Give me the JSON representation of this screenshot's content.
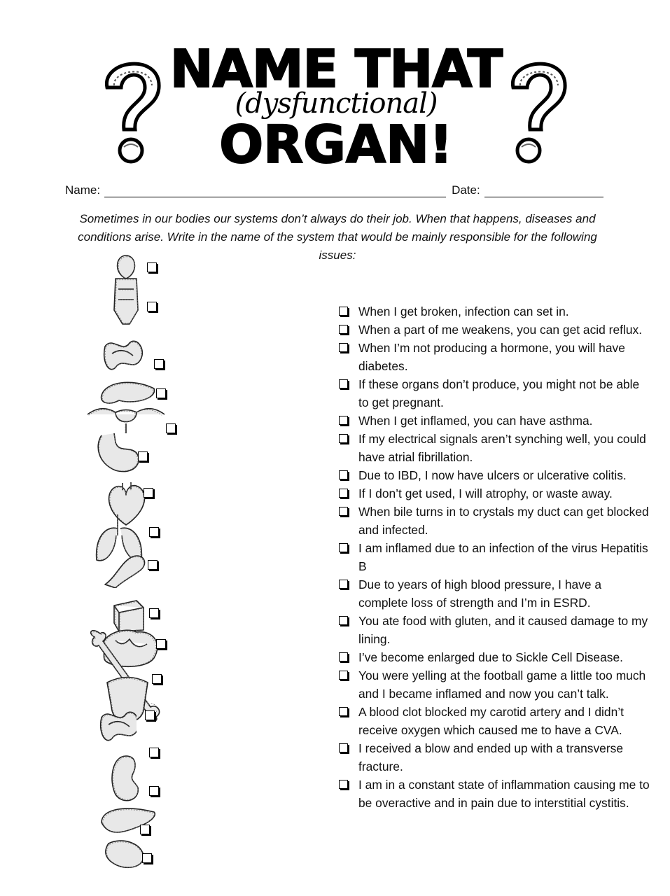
{
  "title": {
    "line1": "NAME THAT",
    "line2": "(dysfunctional)",
    "line3": "ORGAN!"
  },
  "form": {
    "name_label": "Name:",
    "date_label": "Date:"
  },
  "instructions": "Sometimes in our bodies our systems don’t always do their job.  When that happens, diseases and conditions arise.  Write in the name of the system that would be mainly responsible for the following issues:",
  "icons": {
    "left": "question-mark-icon",
    "right": "question-mark-icon",
    "checkbox": "checkbox-icon"
  },
  "clues": [
    "When I get broken, infection can set in.",
    "When a part of me weakens, you can get acid reflux.",
    "When I’m not producing a hormone, you will have diabetes.",
    "If these organs don’t produce, you might not be able to get pregnant.",
    "When I get inflamed, you can have asthma.",
    "If my electrical signals aren’t synching well, you could have atrial fibrillation.",
    "Due to IBD, I now have ulcers or ulcerative colitis.",
    "If I don’t get used, I will atrophy, or waste away.",
    "When bile turns in to crystals my duct can get blocked and infected.",
    "I am inflamed due to an infection of the virus Hepatitis B",
    "Due to years of high blood pressure, I have a complete loss of strength and I’m in ESRD.",
    "You ate food with gluten, and it caused damage to my lining.",
    "I’ve become enlarged due to Sickle Cell Disease.",
    "You were yelling at the football game a little too much and I became inflamed and now you can’t talk.",
    "A blood clot blocked my carotid artery and I didn’t receive oxygen which caused me to have a CVA.",
    "I received a blow and ended up with a transverse fracture.",
    "I am in a constant state of inflammation causing me to be overactive and in pain due to interstitial cystitis."
  ],
  "organs": [
    "gallbladder-icon",
    "larynx-icon",
    "small-intestine-icon",
    "pancreas-icon",
    "uterus-ovaries-icon",
    "stomach-icon",
    "heart-icon",
    "lungs-icon",
    "muscle-icon",
    "skin-icon",
    "brain-icon",
    "bone-icon",
    "bladder-icon",
    "large-intestine-icon",
    "kidney-icon",
    "liver-icon",
    "spleen-icon"
  ]
}
